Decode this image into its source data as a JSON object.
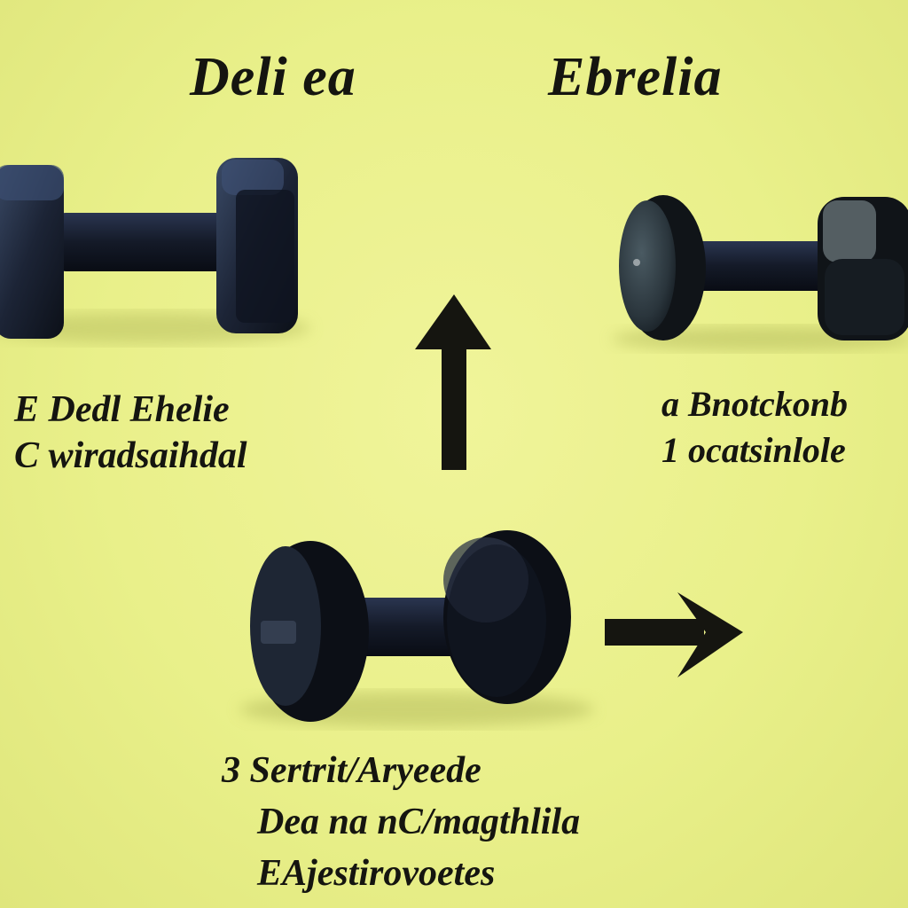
{
  "title": {
    "left": "Deli ea",
    "right": "Ebrelia"
  },
  "labels": {
    "left": [
      "E Dedl Ehelie",
      "C wiradsaihdal"
    ],
    "right": [
      "a Bnotckonb",
      "1 ocatsinlole"
    ],
    "bottom": [
      "3 Sertrit/Aryeede",
      "Dea na nC/magthlila",
      "EAjestirovoetes"
    ]
  },
  "colors": {
    "background": "#e9f08a",
    "dumbbell": "#1a2030",
    "arrow": "#151510",
    "text": "#151510"
  }
}
